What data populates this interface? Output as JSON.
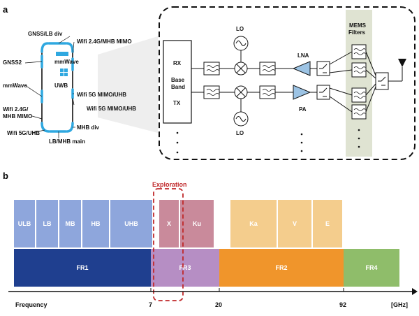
{
  "panel_a": {
    "label": "a",
    "phone_labels": {
      "gnss_lb_div": "GNSS/LB div",
      "wifi_24_mhb_mimo_top": "Wifi 2.4G/MHB MIMO",
      "gnss2": "GNSS2",
      "mmwave_inside": "mmWave",
      "uwb": "UWB",
      "mmwave_left": "mmWave",
      "wifi_5g_mimo_uhb_1": "Wifi 5G MIMO/UHB",
      "wifi_5g_mimo_uhb_2": "Wifi 5G MIMO/UHB",
      "wifi_24_mhb_mimo_left_1": "Wifi 2.4G/",
      "wifi_24_mhb_mimo_left_2": "MHB MIMO",
      "mhb_div": "MHB div",
      "wifi_5g_uhb": "Wifi 5G/UHB",
      "lb_mhb_main": "LB/MHB main"
    },
    "rf_labels": {
      "rx": "RX",
      "base": "Base",
      "band": "Band",
      "tx": "TX",
      "lo_top": "LO",
      "lo_bottom": "LO",
      "lna": "LNA",
      "pa": "PA",
      "mems_1": "MEMS",
      "mems_2": "Filters"
    }
  },
  "panel_b": {
    "label": "b",
    "exploration": "Exploration",
    "bands_top": [
      "ULB",
      "LB",
      "MB",
      "HB",
      "UHB",
      "X",
      "Ku",
      "Ka",
      "V",
      "E"
    ],
    "bands_fr": [
      "FR1",
      "FR3",
      "FR2",
      "FR4"
    ],
    "axis": {
      "frequency": "Frequency",
      "ticks": [
        "7",
        "20",
        "92"
      ],
      "unit": "[GHz]"
    },
    "colors": {
      "low_bands": "#8ea6dc",
      "x_ku": "#c98a9b",
      "ka_v_e": "#f4cd8d",
      "fr1": "#1f3f8f",
      "fr3": "#b68ec4",
      "fr2": "#f0952b",
      "fr4": "#8fbd6a",
      "exploration": "#c0282a"
    }
  }
}
